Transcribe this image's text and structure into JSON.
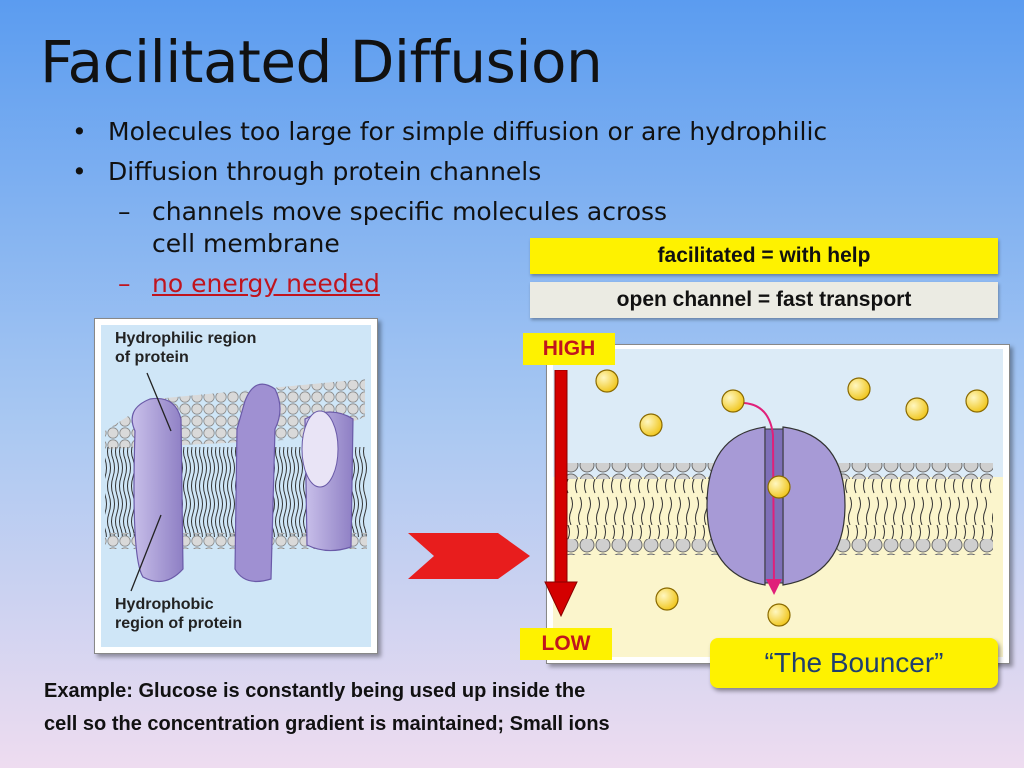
{
  "slide": {
    "title": "Facilitated Diffusion",
    "bullets": [
      "Molecules too large for simple diffusion or are hydrophilic",
      "Diffusion through protein channels"
    ],
    "sub_bullets": {
      "channels_line1": "channels move specific molecules across",
      "channels_line2": "cell membrane",
      "no_energy": "no energy needed",
      "dash": "–"
    },
    "labels": {
      "facilitated": "facilitated = with help",
      "open_channel": "open channel = fast transport"
    },
    "left_figure": {
      "hydrophilic_label": "Hydrophilic region\nof  protein",
      "hydrophobic_label": "Hydrophobic\nregion of protein"
    },
    "right_figure": {
      "high_label": "HIGH",
      "low_label": "LOW"
    },
    "bouncer": "“The Bouncer”",
    "example_line1": "Example: Glucose is constantly being used up inside the",
    "example_line2": "cell so the concentration gradient is maintained; Small ions"
  },
  "colors": {
    "accent_yellow": "#fef200",
    "accent_red": "#c0141e",
    "molecule": "#f4d234",
    "protein": "#a79ad6",
    "title_blue": "#1f3f6e"
  },
  "icons": {
    "transition_arrow": "chevron-right-arrow",
    "gradient_arrow": "down-arrow"
  }
}
